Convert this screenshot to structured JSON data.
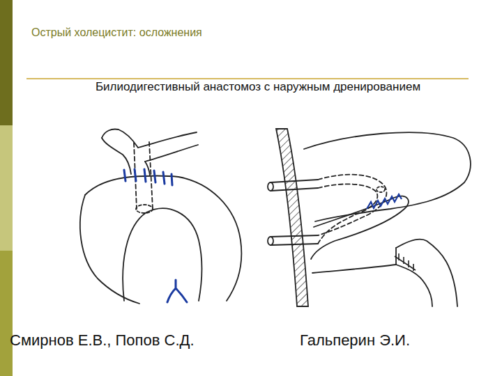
{
  "diagram": {
    "title": "Острый холецистит: осложнения",
    "labels": [
      "Билиодигестивный анастомоз с наружным дренированием",
      "Смирнов Е.В., Попов С.Д.",
      "Гальперин Э.И."
    ]
  }
}
